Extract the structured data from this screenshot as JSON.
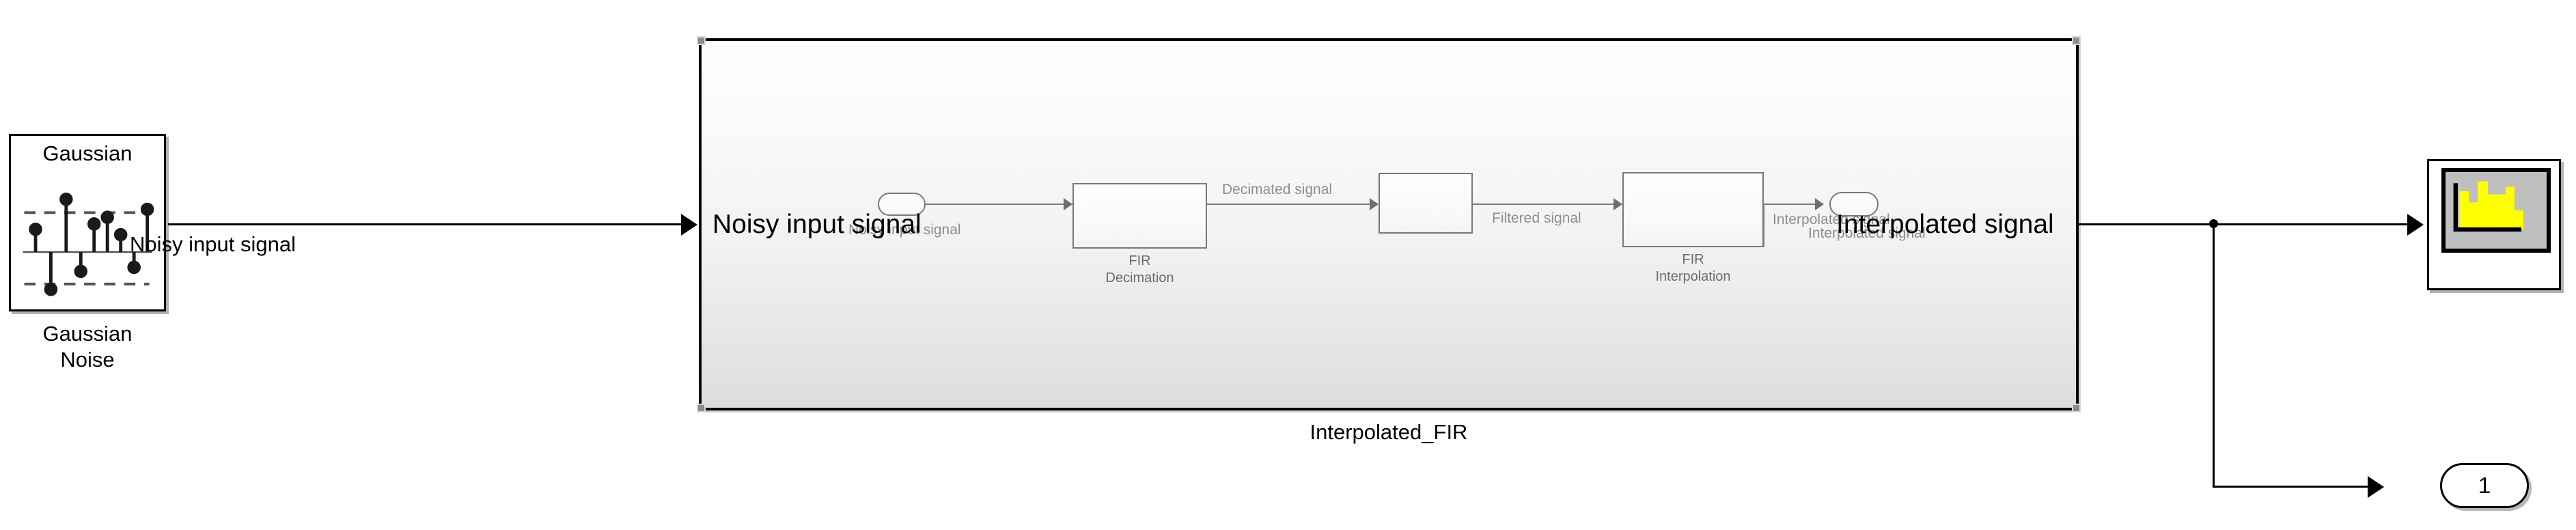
{
  "diagram": {
    "background": "#ffffff",
    "accent_black": "#000000",
    "inner_gray": "#6b6b6b",
    "scope_screen": "#bfbfbf",
    "scope_bars": "#ffff00"
  },
  "source_block": {
    "icon_title": "Gaussian",
    "caption": "Gaussian\nNoise",
    "icon_name": "gaussian-stem-plot-icon"
  },
  "top_signals": {
    "input_label": "Noisy input signal",
    "output_label": ""
  },
  "subsystem": {
    "caption": "Interpolated_FIR",
    "inport_label_big": "Noisy input signal",
    "outport_label_big": "Interpolated signal",
    "inner": {
      "inport_signal_label": "Noisy input signal",
      "outport_signal_label": "Interpolated signal",
      "outport_wire_label": "Interpolated signal",
      "blocks": [
        {
          "caption": "FIR\nDecimation",
          "name": "fir-decimation-block"
        },
        {
          "caption": "",
          "name": "unlabeled-filter-block"
        },
        {
          "caption": "FIR\nInterpolation",
          "name": "fir-interpolation-block"
        }
      ],
      "wire_labels": [
        "Decimated signal",
        "Filtered signal"
      ]
    }
  },
  "scope": {
    "name": "scope-block",
    "bars": [
      68,
      48,
      88,
      62,
      62,
      78,
      28
    ]
  },
  "outport": {
    "number": "1"
  }
}
